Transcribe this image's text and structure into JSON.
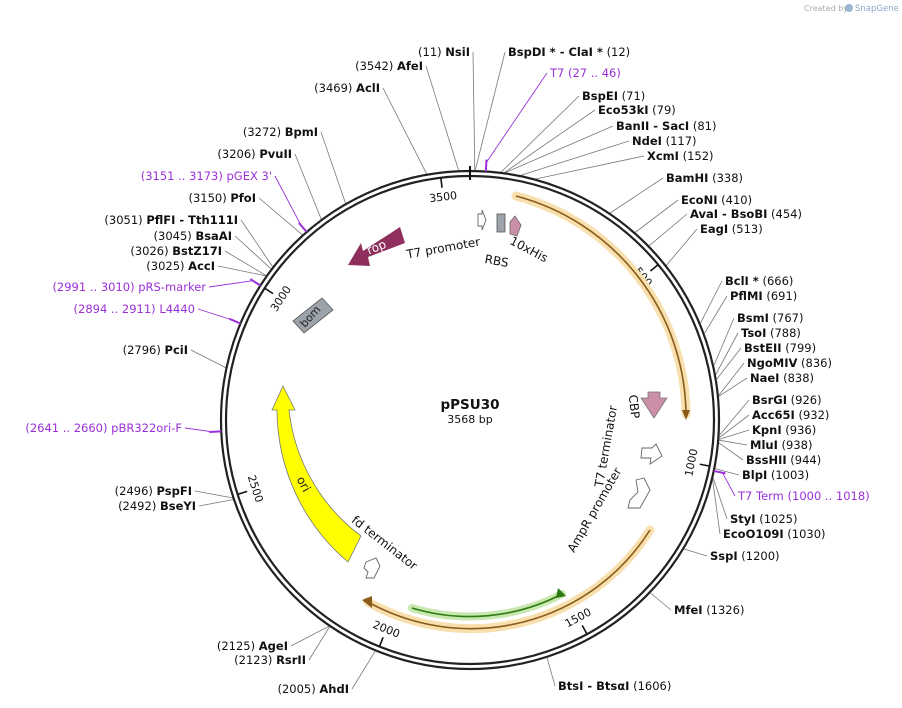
{
  "credit": "Created by",
  "brand": "SnapGene",
  "plasmid": {
    "name": "pPSU30",
    "size_label": "3568 bp",
    "length": 3568
  },
  "colors": {
    "backbone": "#222222",
    "site_text": "#111111",
    "primer": "#9b30d9",
    "orange": "#e8a55a",
    "orange_glow": "#f8dfae",
    "green": "#5cae2e",
    "rop": "#8e2f5e",
    "ori": "#ffff00",
    "bom": "#9ca3ab",
    "cbp": "#cc8fa8",
    "gray_box": "#9ca3ab"
  },
  "scale_ticks": [
    {
      "pos": 500,
      "label": "500"
    },
    {
      "pos": 1000,
      "label": "1000"
    },
    {
      "pos": 1500,
      "label": "1500"
    },
    {
      "pos": 2000,
      "label": "2000"
    },
    {
      "pos": 2500,
      "label": "2500"
    },
    {
      "pos": 3000,
      "label": "3000"
    },
    {
      "pos": 3500,
      "label": "3500"
    }
  ],
  "sites": [
    {
      "pos": 11,
      "name": "NsiI",
      "label": "NsiI",
      "loc": "(11)",
      "star": false
    },
    {
      "pos": 12,
      "name": "BspDI-ClaI",
      "label": "BspDI *  -  ClaI *",
      "loc": "(12)",
      "star": true
    },
    {
      "pos": 71,
      "name": "BspEI",
      "label": "BspEI",
      "loc": "(71)",
      "star": false
    },
    {
      "pos": 79,
      "name": "Eco53kI",
      "label": "Eco53kI",
      "loc": "(79)",
      "star": false
    },
    {
      "pos": 81,
      "name": "BanII-SacI",
      "label": "BanII  -  SacI",
      "loc": "(81)",
      "star": false
    },
    {
      "pos": 117,
      "name": "NdeI",
      "label": "NdeI",
      "loc": "(117)",
      "star": false
    },
    {
      "pos": 152,
      "name": "XcmI",
      "label": "XcmI",
      "loc": "(152)",
      "star": false
    },
    {
      "pos": 338,
      "name": "BamHI",
      "label": "BamHI",
      "loc": "(338)",
      "star": false
    },
    {
      "pos": 410,
      "name": "EcoNI",
      "label": "EcoNI",
      "loc": "(410)",
      "star": false
    },
    {
      "pos": 454,
      "name": "AvaI-BsoBI",
      "label": "AvaI  -  BsoBI",
      "loc": "(454)",
      "star": false
    },
    {
      "pos": 513,
      "name": "EagI",
      "label": "EagI",
      "loc": "(513)",
      "star": false
    },
    {
      "pos": 666,
      "name": "BclI",
      "label": "BclI *",
      "loc": "(666)",
      "star": true
    },
    {
      "pos": 691,
      "name": "PflMI",
      "label": "PflMI",
      "loc": "(691)",
      "star": false
    },
    {
      "pos": 767,
      "name": "BsmI",
      "label": "BsmI",
      "loc": "(767)",
      "star": false
    },
    {
      "pos": 788,
      "name": "TsoI",
      "label": "TsoI",
      "loc": "(788)",
      "star": false
    },
    {
      "pos": 799,
      "name": "BstEII",
      "label": "BstEII",
      "loc": "(799)",
      "star": false
    },
    {
      "pos": 836,
      "name": "NgoMIV",
      "label": "NgoMIV",
      "loc": "(836)",
      "star": false
    },
    {
      "pos": 838,
      "name": "NaeI",
      "label": "NaeI",
      "loc": "(838)",
      "star": false
    },
    {
      "pos": 926,
      "name": "BsrGI",
      "label": "BsrGI",
      "loc": "(926)",
      "star": false
    },
    {
      "pos": 932,
      "name": "Acc65I",
      "label": "Acc65I",
      "loc": "(932)",
      "star": false
    },
    {
      "pos": 936,
      "name": "KpnI",
      "label": "KpnI",
      "loc": "(936)",
      "star": false
    },
    {
      "pos": 938,
      "name": "MluI",
      "label": "MluI",
      "loc": "(938)",
      "star": false
    },
    {
      "pos": 944,
      "name": "BssHII",
      "label": "BssHII",
      "loc": "(944)",
      "star": false
    },
    {
      "pos": 1003,
      "name": "BlpI",
      "label": "BlpI",
      "loc": "(1003)",
      "star": false
    },
    {
      "pos": 1025,
      "name": "StyI",
      "label": "StyI",
      "loc": "(1025)",
      "star": false
    },
    {
      "pos": 1030,
      "name": "EcoO109I",
      "label": "EcoO109I",
      "loc": "(1030)",
      "star": false
    },
    {
      "pos": 1200,
      "name": "SspI",
      "label": "SspI",
      "loc": "(1200)",
      "star": false
    },
    {
      "pos": 1326,
      "name": "MfeI",
      "label": "MfeI",
      "loc": "(1326)",
      "star": false
    },
    {
      "pos": 1606,
      "name": "BtsI-BtsaI",
      "label": "BtsI  -  BtsαI",
      "loc": "(1606)",
      "star": false
    },
    {
      "pos": 2005,
      "name": "AhdI",
      "label": "AhdI",
      "loc": "(2005)",
      "star": false
    },
    {
      "pos": 2123,
      "name": "RsrII",
      "label": "RsrII",
      "loc": "(2123)",
      "star": false
    },
    {
      "pos": 2125,
      "name": "AgeI",
      "label": "AgeI",
      "loc": "(2125)",
      "star": false
    },
    {
      "pos": 2492,
      "name": "BseYI",
      "label": "BseYI",
      "loc": "(2492)",
      "star": false
    },
    {
      "pos": 2496,
      "name": "PspFI",
      "label": "PspFI",
      "loc": "(2496)",
      "star": false
    },
    {
      "pos": 2796,
      "name": "PciI",
      "label": "PciI",
      "loc": "(2796)",
      "star": false
    },
    {
      "pos": 3025,
      "name": "AccI",
      "label": "AccI",
      "loc": "(3025)",
      "star": false
    },
    {
      "pos": 3026,
      "name": "BstZ17I",
      "label": "BstZ17I",
      "loc": "(3026)",
      "star": false
    },
    {
      "pos": 3045,
      "name": "BsaAI",
      "label": "BsaAI",
      "loc": "(3045)",
      "star": false
    },
    {
      "pos": 3051,
      "name": "PflFI-Tth111I",
      "label": "PflFI  -  Tth111I",
      "loc": "(3051)",
      "star": false
    },
    {
      "pos": 3150,
      "name": "PfoI",
      "label": "PfoI",
      "loc": "(3150)",
      "star": false
    },
    {
      "pos": 3206,
      "name": "PvuII",
      "label": "PvuII",
      "loc": "(3206)",
      "star": false
    },
    {
      "pos": 3272,
      "name": "BpmI",
      "label": "BpmI",
      "loc": "(3272)",
      "star": false
    },
    {
      "pos": 3469,
      "name": "AclI",
      "label": "AclI",
      "loc": "(3469)",
      "star": false
    },
    {
      "pos": 3542,
      "name": "AfeI",
      "label": "AfeI",
      "loc": "(3542)",
      "star": false
    }
  ],
  "primers": [
    {
      "name": "T7",
      "label": "T7",
      "range": "(27 .. 46)",
      "pos": 36
    },
    {
      "name": "T7-Term",
      "label": "T7 Term",
      "range": "(1000 .. 1018)",
      "pos": 1009
    },
    {
      "name": "pBR322ori-F",
      "label": "pBR322ori-F",
      "range": "(2641 .. 2660)",
      "pos": 2650
    },
    {
      "name": "L4440",
      "label": "L4440",
      "range": "(2894 .. 2911)",
      "pos": 2902
    },
    {
      "name": "pRS-marker",
      "label": "pRS-marker",
      "range": "(2991 .. 3010)",
      "pos": 3000
    },
    {
      "name": "pGEX-3",
      "label": "pGEX 3'",
      "range": "(3151 .. 3173)",
      "pos": 3162
    }
  ],
  "features": [
    {
      "name": "T7-promoter",
      "label": "T7 promoter"
    },
    {
      "name": "RBS",
      "label": "RBS"
    },
    {
      "name": "10xHis",
      "label": "10xHis"
    },
    {
      "name": "rop",
      "label": "rop"
    },
    {
      "name": "bom",
      "label": "bom"
    },
    {
      "name": "CBP",
      "label": "CBP"
    },
    {
      "name": "T7-terminator",
      "label": "T7 terminator"
    },
    {
      "name": "AmpR-promoter",
      "label": "AmpR promoter"
    },
    {
      "name": "ori",
      "label": "ori"
    },
    {
      "name": "fd-terminator",
      "label": "fd terminator"
    }
  ]
}
